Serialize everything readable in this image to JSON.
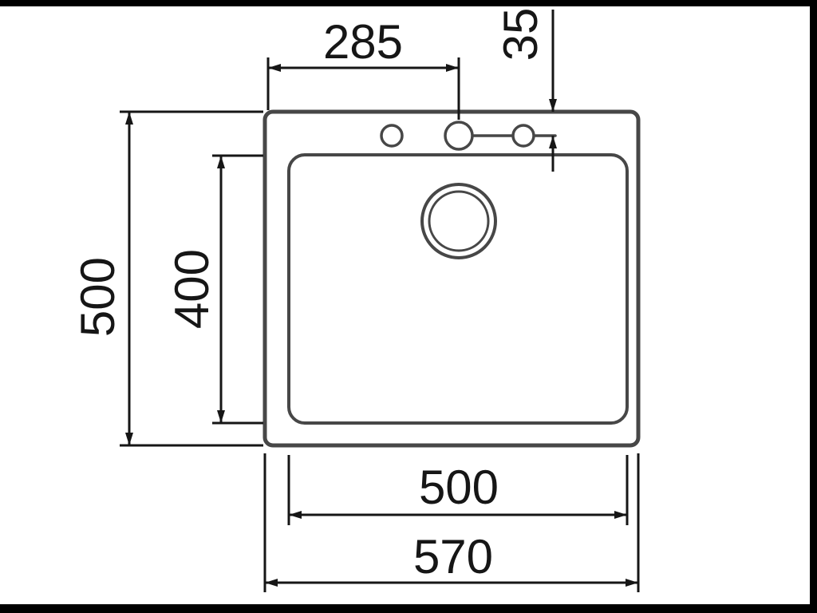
{
  "drawing": {
    "title": "sink-top-view-technical-drawing",
    "line_color": "#474747",
    "dimension_color": "#161616",
    "background": "#ffffff",
    "letterbox_color": "#000000",
    "labels": {
      "tap_offset_x": "285",
      "tap_offset_y": "35",
      "outer_height": "500",
      "bowl_height": "400",
      "bowl_width": "500",
      "outer_width": "570"
    }
  }
}
